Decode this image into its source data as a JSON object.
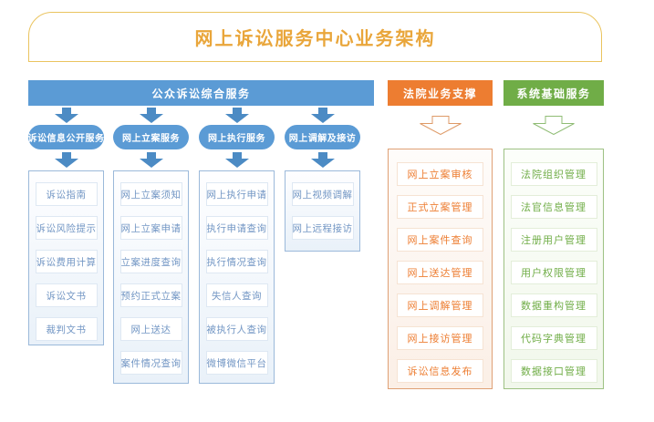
{
  "title": "网上诉讼服务中心业务架构",
  "colors": {
    "blue": "#5B9BD5",
    "orange": "#ED7D31",
    "green": "#70AD47",
    "gold": "#E9A63B"
  },
  "public": {
    "header": "公众诉讼综合服务",
    "groups": [
      {
        "label": "诉讼信息公开服务",
        "items": [
          "诉讼指南",
          "诉讼风险提示",
          "诉讼费用计算",
          "诉讼文书",
          "裁判文书"
        ]
      },
      {
        "label": "网上立案服务",
        "items": [
          "网上立案须知",
          "网上立案申请",
          "立案进度查询",
          "预约正式立案",
          "网上送达",
          "案件情况查询"
        ]
      },
      {
        "label": "网上执行服务",
        "items": [
          "网上执行申请",
          "执行申请查询",
          "执行情况查询",
          "失信人查询",
          "被执行人查询",
          "微博微信平台"
        ]
      },
      {
        "label": "网上调解及接访",
        "items": [
          "网上视频调解",
          "网上远程接访"
        ]
      }
    ]
  },
  "court": {
    "header": "法院业务支撑",
    "items": [
      "网上立案审核",
      "正式立案管理",
      "网上案件查询",
      "网上送达管理",
      "网上调解管理",
      "网上接访管理",
      "诉讼信息发布"
    ]
  },
  "system": {
    "header": "系统基础服务",
    "items": [
      "法院组织管理",
      "法官信息管理",
      "注册用户管理",
      "用户权限管理",
      "数据重构管理",
      "代码字典管理",
      "数据接口管理"
    ]
  }
}
